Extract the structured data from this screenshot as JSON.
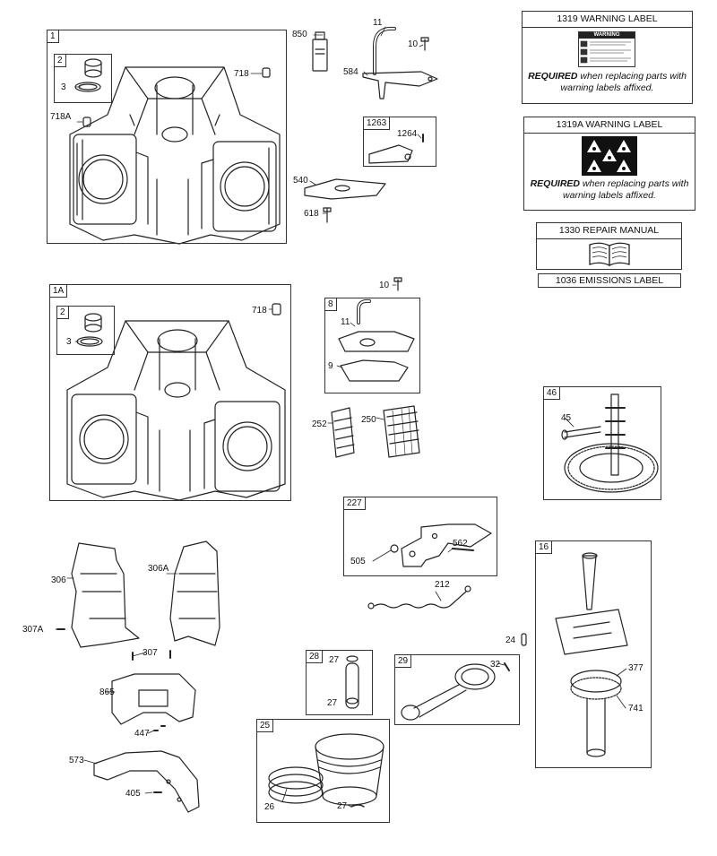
{
  "boxes": {
    "b1": "1",
    "b2": "2",
    "b1A": "1A",
    "b2b": "2",
    "b8": "8",
    "b1263": "1263",
    "b46": "46",
    "b227": "227",
    "b16": "16",
    "b28": "28",
    "b29": "29",
    "b25": "25"
  },
  "labels": {
    "l3a": "3",
    "l718a": "718",
    "l718A": "718A",
    "l850": "850",
    "l11a": "11",
    "l10a": "10",
    "l584": "584",
    "l1264": "1264",
    "l540": "540",
    "l618": "618",
    "l3b": "3",
    "l718b": "718",
    "l10b": "10",
    "l11b": "11",
    "l9": "9",
    "l252": "252",
    "l250": "250",
    "l45": "45",
    "l505": "505",
    "l562": "562",
    "l212": "212",
    "l24": "24",
    "l306": "306",
    "l306A": "306A",
    "l307A": "307A",
    "l307": "307",
    "l865": "865",
    "l447": "447",
    "l573": "573",
    "l405": "405",
    "l27a": "27",
    "l27b": "27",
    "l32": "32",
    "l377": "377",
    "l741": "741",
    "l26": "26",
    "l27c": "27"
  },
  "cards": {
    "warning1319": {
      "title": "1319 WARNING LABEL",
      "required": "REQUIRED",
      "text": " when replacing parts with warning labels affixed.",
      "sticker_header": "WARNING"
    },
    "warning1319A": {
      "title": "1319A WARNING LABEL",
      "required": "REQUIRED",
      "text": " when replacing parts with warning labels affixed."
    },
    "manual": {
      "title": "1330 REPAIR MANUAL"
    },
    "emissions": {
      "title": "1036 EMISSIONS LABEL"
    }
  },
  "icons": [
    "engine-block-icon",
    "crankshaft-icon",
    "piston-icon",
    "connecting-rod-icon",
    "book-icon",
    "warning-sticker-icon",
    "blower-housing-icon",
    "gear-icon"
  ]
}
